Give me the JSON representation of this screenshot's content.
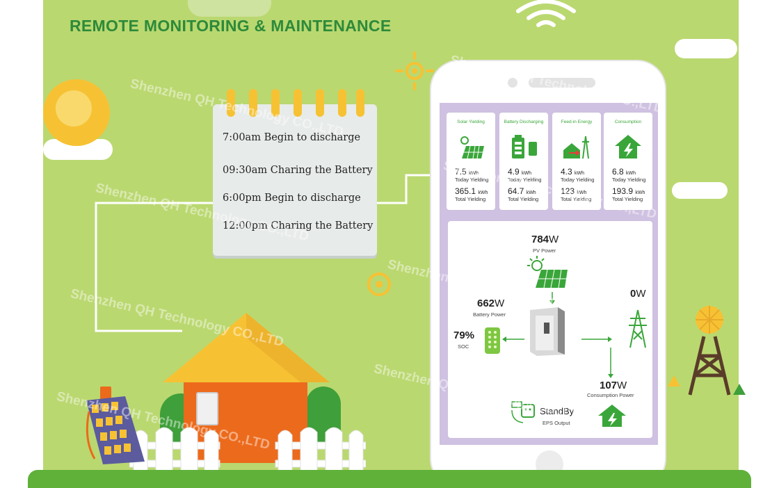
{
  "title": "REMOTE MONITORING & MAINTENANCE",
  "schedule": [
    "7:00am Begin to discharge",
    "09:30am Charing the Battery",
    "6:00pm Begin to discharge",
    "12:00pm Charing the Battery"
  ],
  "app": {
    "cards": [
      {
        "title": "Solar Yielding",
        "icon": "solar-panel-icon",
        "today_value": "7.5",
        "today_unit": "kWh",
        "today_label": "Today Yielding",
        "total_value": "365.1",
        "total_unit": "kWh",
        "total_label": "Total Yielding"
      },
      {
        "title": "Battery Discharging",
        "icon": "battery-icon",
        "today_value": "4.9",
        "today_unit": "kWh",
        "today_label": "Today Yielding",
        "total_value": "64.7",
        "total_unit": "kWh",
        "total_label": "Total Yielding"
      },
      {
        "title": "Feed-in Energy",
        "icon": "grid-tower-icon",
        "today_value": "4.3",
        "today_unit": "kWh",
        "today_label": "Today Yielding",
        "total_value": "123",
        "total_unit": "kWh",
        "total_label": "Total Yielding"
      },
      {
        "title": "Consumption",
        "icon": "home-power-icon",
        "today_value": "6.8",
        "today_unit": "kWh",
        "today_label": "Today Yielding",
        "total_value": "193.9",
        "total_unit": "kWh",
        "total_label": "Total Yielding"
      }
    ],
    "flow": {
      "pv_value": "784",
      "pv_unit": "W",
      "pv_label": "PV Power",
      "battery_value": "662",
      "battery_unit": "W",
      "battery_label": "Battery Power",
      "soc_value": "79%",
      "soc_label": "SOC",
      "grid_value": "0",
      "grid_unit": "W",
      "consumption_value": "107",
      "consumption_unit": "W",
      "consumption_label": "Consumption Power",
      "eps_value": "StandBy",
      "eps_label": "EPS Output"
    }
  },
  "watermark": "Shenzhen QH Technology CO.,LTD",
  "colors": {
    "background": "#bad870",
    "title": "#2d8a3a",
    "accent_green": "#3aa63a",
    "sun": "#f6c234",
    "house_wall": "#ec6a1c",
    "roof": "#f6c234",
    "screen": "#cfc1e1"
  }
}
